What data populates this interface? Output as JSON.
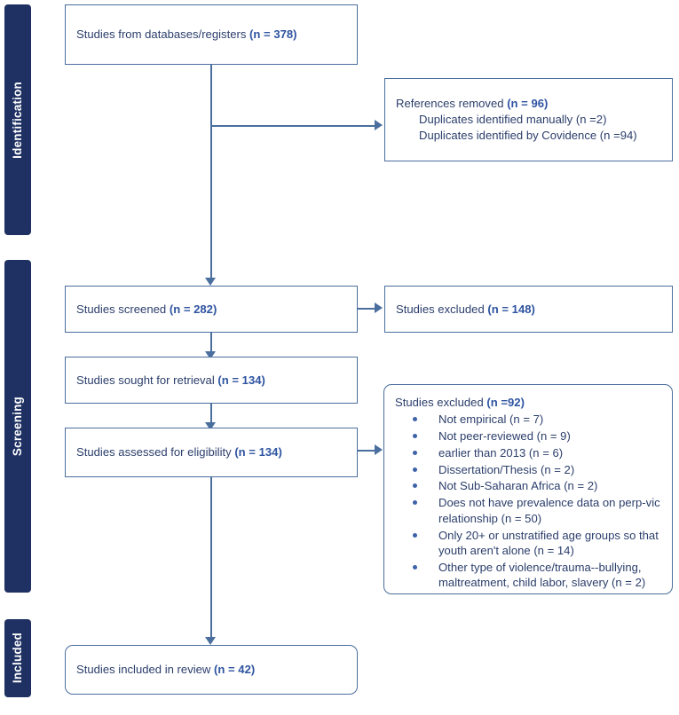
{
  "diagram": {
    "type": "prisma-flow-diagram",
    "colors": {
      "phase_bar_bg": "#1F3162",
      "phase_bar_text": "#FFFFFF",
      "box_border": "#4A6E9E",
      "box_text": "#2B3E6B",
      "count_text": "#2E54A1",
      "connector": "#4A6E9E",
      "background": "#FFFFFF"
    }
  },
  "phases": [
    {
      "label": "Identification"
    },
    {
      "label": "Screening"
    },
    {
      "label": "Included"
    }
  ],
  "boxes": {
    "records_identified": {
      "text": "Studies from databases/registers ",
      "count": "(n = 378)"
    },
    "records_removed": {
      "text": "References removed ",
      "count": "(n = 96)",
      "sub_lines": [
        "Duplicates identified manually (n =2)",
        "Duplicates identified by Covidence (n =94)"
      ]
    },
    "records_screened": {
      "text": "Studies screened ",
      "count": "(n = 282)"
    },
    "records_excluded": {
      "text": "Studies excluded ",
      "count": "(n = 148)"
    },
    "reports_sought": {
      "text": "Studies sought for retrieval ",
      "count": "(n = 134)"
    },
    "reports_assessed": {
      "text": "Studies assessed for eligibility ",
      "count": "(n = 134)"
    },
    "reports_excluded": {
      "text": "Studies excluded ",
      "count": "(n =92)",
      "reasons": [
        [
          "Not empirical (n = 7)"
        ],
        [
          "Not peer-reviewed (n = 9)"
        ],
        [
          "earlier than 2013 (n = 6)"
        ],
        [
          "Dissertation/Thesis (n = 2)"
        ],
        [
          "Not Sub-Saharan Africa (n = 2)"
        ],
        [
          "Does not have prevalence data on perp-vic",
          "relationship (n = 50)"
        ],
        [
          "Only 20+ or unstratified age groups so that",
          "youth aren't alone (n = 14)"
        ],
        [
          "Other type of violence/trauma--bullying,",
          "maltreatment, child labor, slavery (n = 2)"
        ]
      ]
    },
    "studies_included": {
      "text": "Studies included in review ",
      "count": "(n = 42)"
    }
  }
}
